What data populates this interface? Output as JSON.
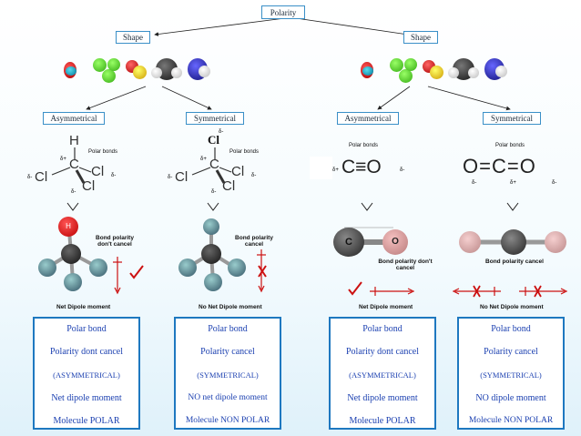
{
  "top": {
    "polarity": "Polarity",
    "shape_left": "Shape",
    "shape_right": "Shape"
  },
  "categories": {
    "a1": "Asymmetrical",
    "s1": "Symmetrical",
    "a2": "Asymmetrical",
    "s2": "Symmetrical"
  },
  "labels": {
    "polar_bonds_1": "Polar bonds",
    "polar_bonds_2": "Polar bonds",
    "polar_bonds_3": "Polar bonds",
    "polar_bonds_4": "Polar bonds",
    "cl_top": "Cl",
    "bond_dont_cancel_1": "Bond polarity don't cancel",
    "bond_cancel_1": "Bond polarity cancel",
    "bond_dont_cancel_2": "Bond polarity don't cancel",
    "bond_cancel_2": "Bond polarity cancel",
    "net_dipole_1": "Net Dipole moment",
    "no_net_dipole_1": "No Net Dipole moment",
    "net_dipole_2": "Net Dipole moment",
    "no_net_dipole_2": "No Net Dipole moment"
  },
  "formulas": {
    "chcl3_h": "H",
    "c": "C",
    "cl": "Cl",
    "dm": "δ-",
    "dp": "δ+",
    "co": "C≡O",
    "oco": "O=C=O",
    "ball_h": "H",
    "ball_c": "C",
    "ball_o": "O"
  },
  "panels": [
    {
      "l1": "Polar bond",
      "l2": "Polarity dont cancel",
      "l3": "(ASYMMETRICAL)",
      "l4": "Net dipole moment",
      "l5": "Molecule POLAR"
    },
    {
      "l1": "Polar bond",
      "l2": "Polarity cancel",
      "l3": "(SYMMETRICAL)",
      "l4": "NO net dipole moment",
      "l5": "Molecule NON POLAR"
    },
    {
      "l1": "Polar bond",
      "l2": "Polarity dont cancel",
      "l3": "(ASYMMETRICAL)",
      "l4": "Net dipole moment",
      "l5": "Molecule POLAR"
    },
    {
      "l1": "Polar bond",
      "l2": "Polarity cancel",
      "l3": "(SYMMETRICAL)",
      "l4": "NO dipole moment",
      "l5": "Molecule NON POLAR"
    }
  ],
  "colors": {
    "box_border": "#3a8fc7",
    "panel_border": "#1e78c0",
    "panel_text": "#1a3fb0",
    "arrow_red": "#cc1111"
  }
}
